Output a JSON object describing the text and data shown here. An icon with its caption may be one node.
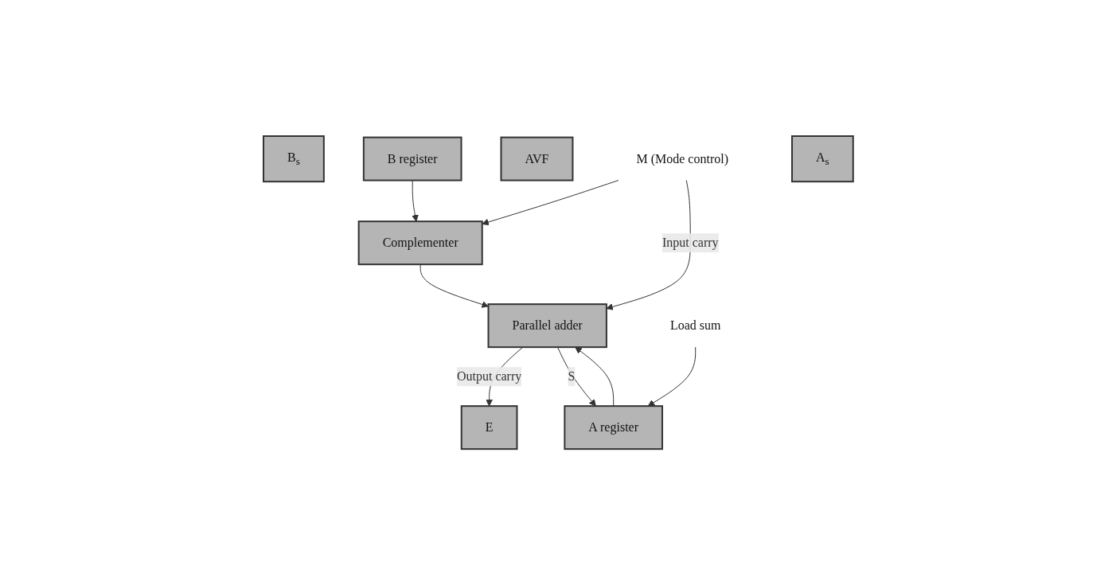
{
  "diagram": {
    "nodes": [
      {
        "text": [
          "B$_{s}$"
        ]
      },
      {
        "text": [
          "B register"
        ]
      },
      {
        "text": [
          "AVF"
        ]
      },
      {
        "text": [
          "Complementer"
        ]
      },
      {
        "text": [
          "M (Mode control)"
        ]
      },
      {
        "text": [
          "E"
        ]
      },
      {
        "text": [
          "Parallel adder"
        ]
      },
      {
        "text": [
          "A$_{s}$"
        ]
      },
      {
        "text": [
          "A register"
        ]
      },
      {
        "text": [
          "Load sum"
        ]
      }
    ],
    "edges": [
      {
        "from": 1,
        "to": 3,
        "arrow": "to"
      },
      {
        "from": 3,
        "to": 6,
        "arrow": "to"
      },
      {
        "from": 4,
        "to": 3,
        "arrow": "to"
      },
      {
        "from": 4,
        "to": 6,
        "arrow": "to",
        "label": "Input carry"
      },
      {
        "from": 6,
        "to": 5,
        "arrow": "to",
        "label": "Output carry"
      },
      {
        "from": 6,
        "to": 8,
        "arrow": "to",
        "label": "S"
      },
      {
        "from": 8,
        "to": 6,
        "arrow": "to"
      },
      {
        "from": 9,
        "to": 8,
        "arrow": "to"
      }
    ]
  }
}
